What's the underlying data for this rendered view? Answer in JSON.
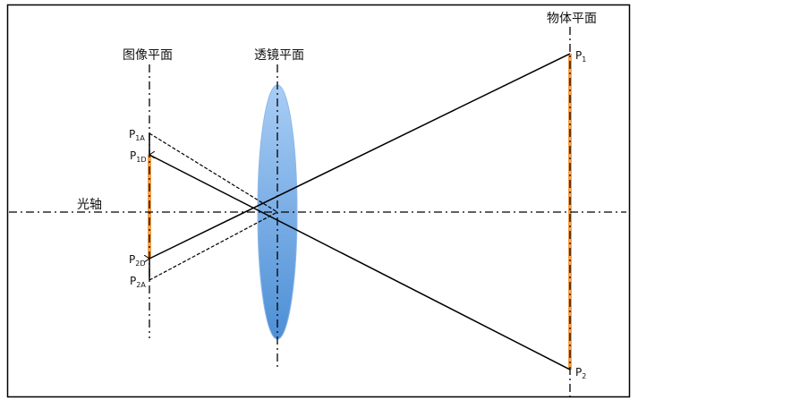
{
  "labels": {
    "image_plane": "图像平面",
    "lens_plane": "透镜平面",
    "object_plane": "物体平面",
    "optical_axis": "光轴"
  },
  "points": {
    "p1": {
      "main": "P",
      "sub": "1"
    },
    "p2": {
      "main": "P",
      "sub": "2"
    },
    "p1a": {
      "main": "P",
      "sub": "1A"
    },
    "p1d": {
      "main": "P",
      "sub": "1D"
    },
    "p2d": {
      "main": "P",
      "sub": "2D"
    },
    "p2a": {
      "main": "P",
      "sub": "2A"
    }
  },
  "colors": {
    "lens_top": "#a9cdf5",
    "lens_bottom": "#4d8fd6",
    "highlight": "#f5a04a"
  }
}
